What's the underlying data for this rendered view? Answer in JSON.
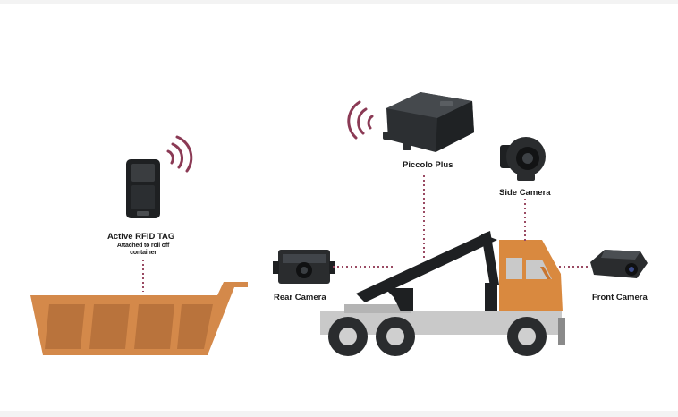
{
  "labels": {
    "rfid_title": "Active RFID TAG",
    "rfid_sub_line1": "Attached to roll off",
    "rfid_sub_line2": "container",
    "piccolo": "Piccolo Plus",
    "side_camera": "Side Camera",
    "rear_camera": "Rear Camera",
    "front_camera": "Front Camera"
  },
  "colors": {
    "background": "#ffffff",
    "page": "#f3f3f3",
    "container_orange": "#d4894a",
    "truck_orange": "#d9893f",
    "truck_gray": "#c9c9c9",
    "device_dark": "#2a2c2e",
    "wifi_maroon": "#8b3a55",
    "dotted_line": "#9a4a63"
  },
  "icons": {
    "rfid_tag": "rfid-tag-icon",
    "piccolo": "piccolo-plus-device-icon",
    "side_camera": "side-camera-icon",
    "rear_camera": "rear-camera-icon",
    "front_camera": "front-camera-icon",
    "wireless": "wireless-signal-icon"
  }
}
